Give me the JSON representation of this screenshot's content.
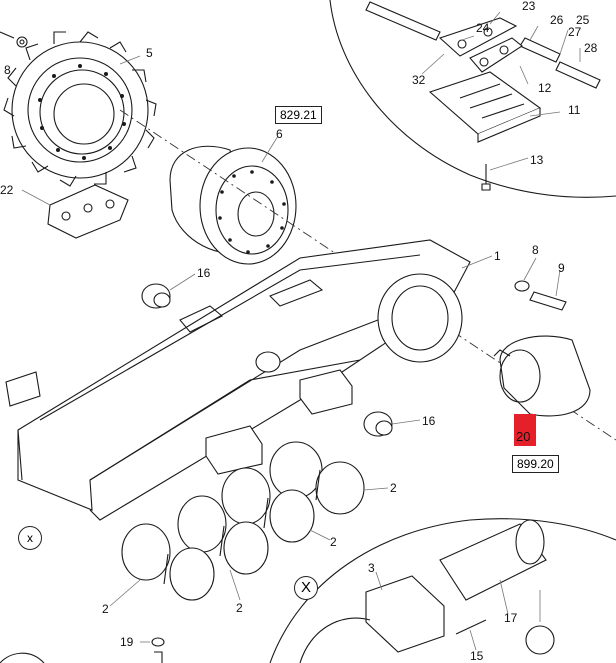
{
  "diagram": {
    "callouts": [
      {
        "id": "c8a",
        "text": "8"
      },
      {
        "id": "c5",
        "text": "5"
      },
      {
        "id": "c22",
        "text": "22"
      },
      {
        "id": "c6",
        "text": "6"
      },
      {
        "id": "c24",
        "text": "24"
      },
      {
        "id": "c23",
        "text": "23"
      },
      {
        "id": "c26",
        "text": "26"
      },
      {
        "id": "c25",
        "text": "25"
      },
      {
        "id": "c27",
        "text": "27"
      },
      {
        "id": "c28",
        "text": "28"
      },
      {
        "id": "c32",
        "text": "32"
      },
      {
        "id": "c12",
        "text": "12"
      },
      {
        "id": "c11",
        "text": "11"
      },
      {
        "id": "c13",
        "text": "13"
      },
      {
        "id": "c16a",
        "text": "16"
      },
      {
        "id": "c1",
        "text": "1"
      },
      {
        "id": "c8b",
        "text": "8"
      },
      {
        "id": "c9",
        "text": "9"
      },
      {
        "id": "c16b",
        "text": "16"
      },
      {
        "id": "c2a",
        "text": "2"
      },
      {
        "id": "c2b",
        "text": "2"
      },
      {
        "id": "c2c",
        "text": "2"
      },
      {
        "id": "c2d",
        "text": "2"
      },
      {
        "id": "c3",
        "text": "3"
      },
      {
        "id": "c17",
        "text": "17"
      },
      {
        "id": "c19",
        "text": "19"
      },
      {
        "id": "c15",
        "text": "15"
      }
    ],
    "ref_boxes": {
      "upper": "829.21",
      "lower": "899.20"
    },
    "highlight": {
      "text": "20",
      "color": "#e6202a"
    },
    "detail_markers": {
      "small": "x",
      "large": "X"
    }
  }
}
